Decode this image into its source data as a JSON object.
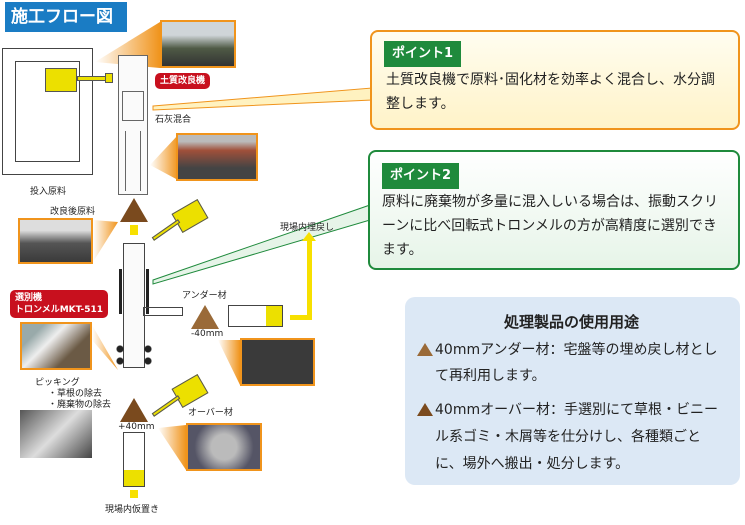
{
  "title": "施工フロー図",
  "labels": {
    "input": "投入原料",
    "soil_machine": "土質改良機",
    "lime": "石灰混合",
    "improved": "改良後原料",
    "sorter_line1": "選別機",
    "sorter_line2": "トロンメルMKT-511",
    "picking": "ピッキング",
    "picking_1": "・草根の除去",
    "picking_2": "・廃棄物の除去",
    "under": "アンダー材",
    "under_size": "-40mm",
    "over": "オーバー材",
    "over_size": "+40mm",
    "backfill": "現場内埋戻し",
    "temp_storage": "現場内仮置き"
  },
  "point1": {
    "tag": "ポイント1",
    "text": "土質改良機で原料･固化材を効率よく混合し、水分調整します。"
  },
  "point2": {
    "tag": "ポイント2",
    "text": "原料に廃棄物が多量に混入しいる場合は、振動スクリーンに比べ回転式トロンメルの方が高精度に選別できます。"
  },
  "usage": {
    "title": "処理製品の使用用途",
    "items": [
      "40mmアンダー材：宅盤等の埋め戻し材として再利用します。",
      "40mmオーバー材：手選別にて草根・ビニール系ゴミ・木屑等を仕分けし、各種類ごとに、場外へ搬出・処分します。"
    ]
  },
  "colors": {
    "title_bg": "#1a7cc4",
    "orange": "#f0941c",
    "green": "#1f8a3c",
    "red": "#c8101e",
    "brown": "#7a4a1e",
    "usage_bg": "#dce8f5"
  }
}
